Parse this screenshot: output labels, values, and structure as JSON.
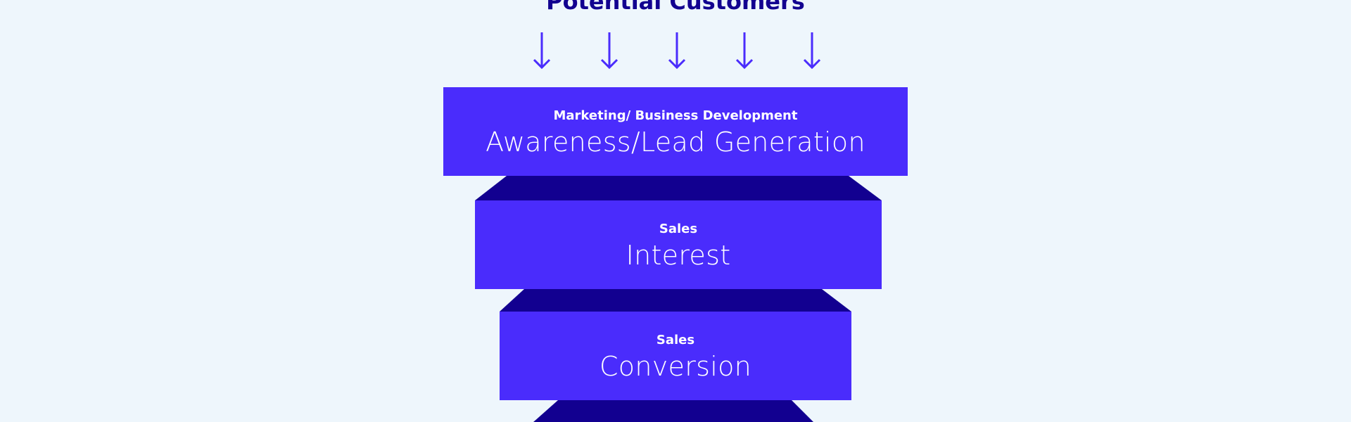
{
  "funnel": {
    "title": "Potential Customers",
    "arrow_icon": "arrow-down-icon",
    "arrow_count": 5,
    "colors": {
      "background": "#eef6fc",
      "title": "#120090",
      "arrow": "#4a2cfc",
      "stage_fill": "#4a2cfc",
      "stage_connector": "#120090",
      "stage_text": "#ffffff"
    },
    "stages": [
      {
        "department": "Marketing/ Business Development",
        "name": "Awareness/Lead Generation"
      },
      {
        "department": "Sales",
        "name": "Interest"
      },
      {
        "department": "Sales",
        "name": "Conversion"
      }
    ]
  }
}
